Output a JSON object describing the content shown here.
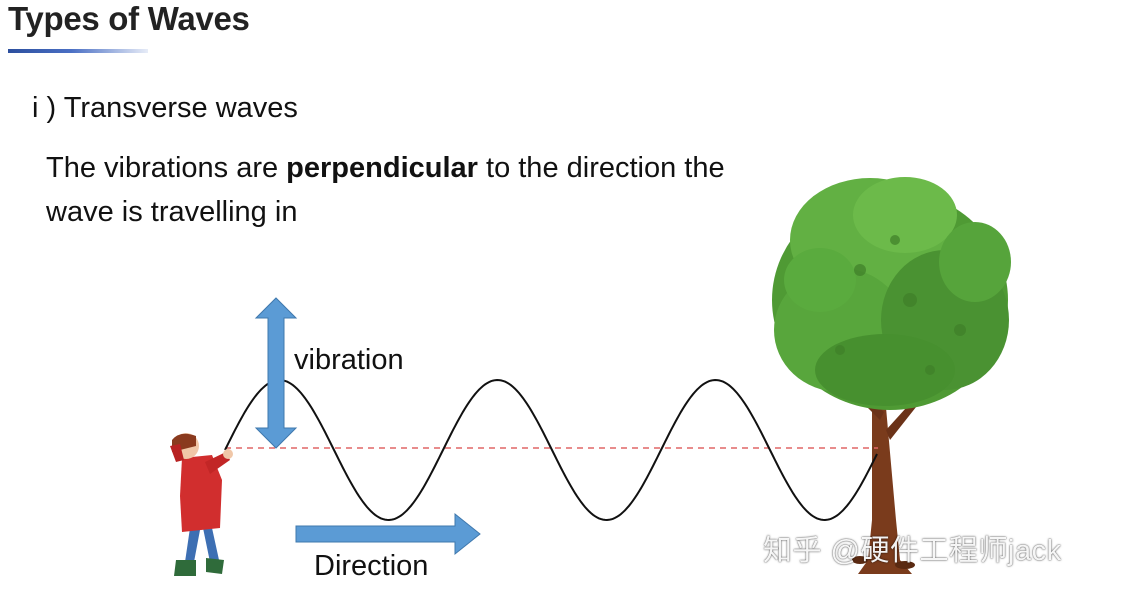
{
  "slide": {
    "title": "Types of Waves",
    "subtitle": "i ) Transverse waves",
    "description": {
      "prefix": "The vibrations are ",
      "emphasis": "perpendicular",
      "suffix_line1": " to the direction the",
      "line2": "wave is travelling in"
    }
  },
  "diagram": {
    "vibration_label": "vibration",
    "direction_label": "Direction",
    "colors": {
      "arrow": "#5b9bd5",
      "arrow_edge": "#3f78ad",
      "wave": "#111111",
      "axis": "#e06666",
      "tree_leaves": "#5aa43a",
      "trunk": "#7a3b1c",
      "coat": "#d12e2e"
    }
  },
  "watermark": "知乎 @硬件工程师jack"
}
